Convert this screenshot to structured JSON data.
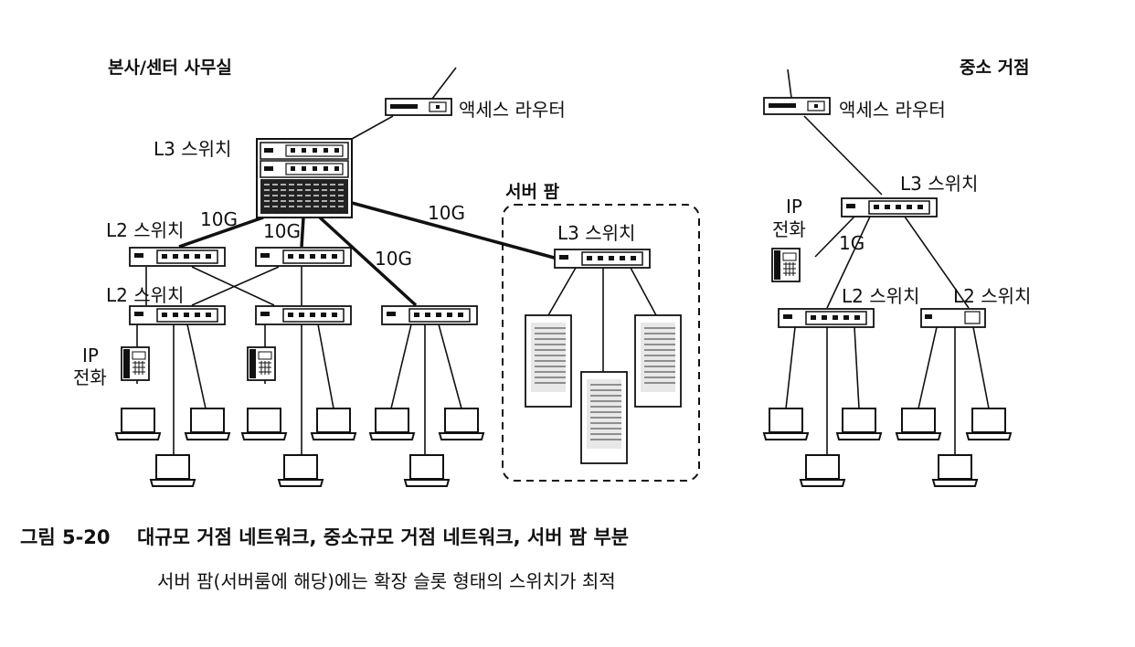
{
  "headings": {
    "hq": "본사/센터 사무실",
    "branch": "중소 거점",
    "server_farm": "서버 팜"
  },
  "labels": {
    "access_router": "액세스 라우터",
    "l3_switch": "L3 스위치",
    "l2_switch": "L2 스위치",
    "ip": "IP",
    "phone": "전화",
    "link_10g": "10G",
    "link_1g": "1G"
  },
  "caption": {
    "number": "그림 5-20",
    "title": "대규모 거점 네트워크, 중소규모 거점 네트워크, 서버 팜 부분",
    "subtitle": "서버 팜(서버룸에 해당)에는 확장 슬롯 형태의 스위치가 최적"
  }
}
